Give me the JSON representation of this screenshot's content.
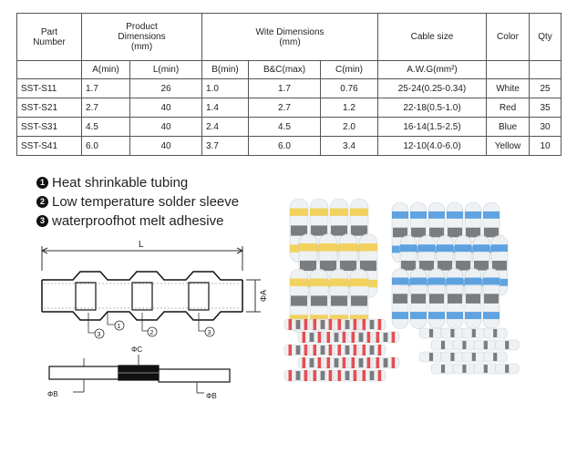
{
  "table": {
    "headers": {
      "part_number": "Part\nNumber",
      "product_dimensions": "Product\nDimensions\n(mm)",
      "wire_dimensions": "Wite Dimensions\n(mm)",
      "cable_size": "Cable size",
      "color": "Color",
      "qty": "Qty"
    },
    "subheaders": [
      "A(min)",
      "L(min)",
      "B(min)",
      "B&C(max)",
      "C(min)",
      "A.W.G(mm²)"
    ],
    "rows": [
      [
        "SST-S11",
        "1.7",
        "26",
        "1.0",
        "1.7",
        "0.76",
        "25-24(0.25-0.34)",
        "White",
        "25"
      ],
      [
        "SST-S21",
        "2.7",
        "40",
        "1.4",
        "2.7",
        "1.2",
        "22-18(0.5-1.0)",
        "Red",
        "35"
      ],
      [
        "SST-S31",
        "4.5",
        "40",
        "2.4",
        "4.5",
        "2.0",
        "16-14(1.5-2.5)",
        "Blue",
        "30"
      ],
      [
        "SST-S41",
        "6.0",
        "40",
        "3.7",
        "6.0",
        "3.4",
        "12-10(4.0-6.0)",
        "Yellow",
        "10"
      ]
    ]
  },
  "legend": [
    {
      "num": "1",
      "text": "Heat shrinkable tubing"
    },
    {
      "num": "2",
      "text": "Low temperature solder sleeve"
    },
    {
      "num": "3",
      "text": "waterproofhot melt adhesive"
    }
  ],
  "diagram": {
    "label_L": "L",
    "label_A": "ΦA",
    "label_C": "ΦC",
    "label_B_left": "ΦB",
    "label_B_right": "ΦB",
    "callout_1": "1",
    "callout_2": "2",
    "callout_3": "3"
  },
  "colors": {
    "yellow": "#f2c93a",
    "blue": "#3b8fdc",
    "red": "#e0262b",
    "clear": "#dfe3e6"
  }
}
